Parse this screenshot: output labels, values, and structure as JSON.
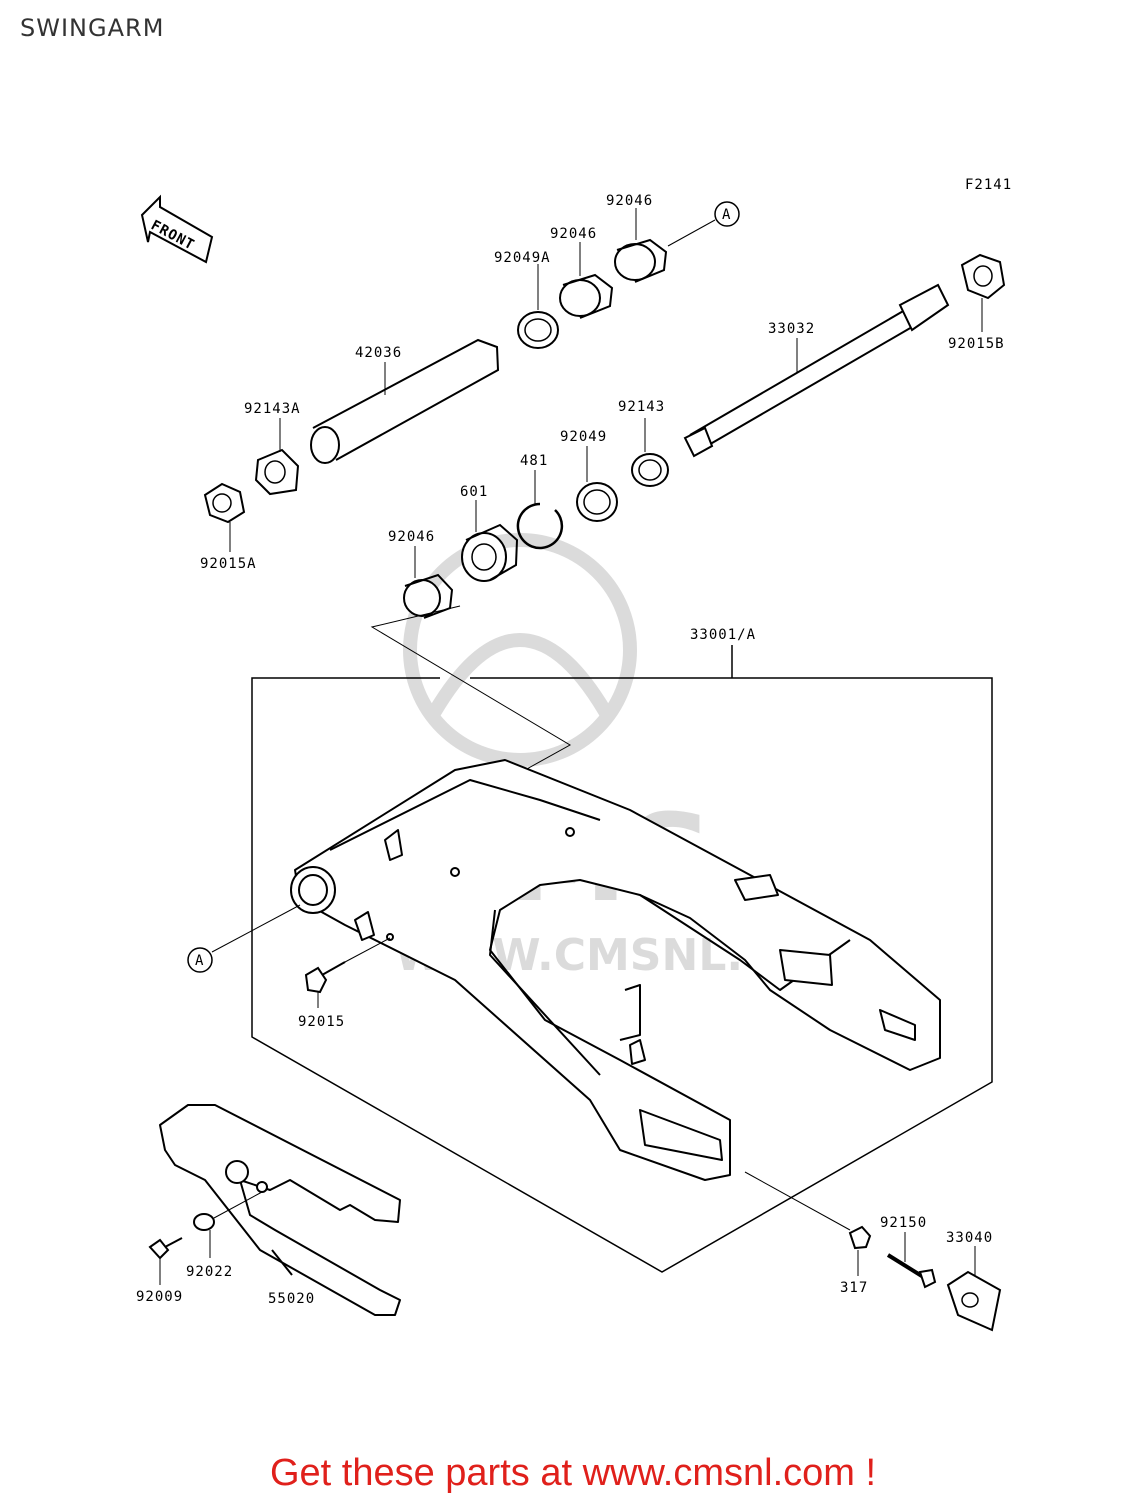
{
  "title": "SWINGARM",
  "figure_code": "F2141",
  "front_label": "FRONT",
  "ref_marker": "A",
  "watermark_text": "CMS",
  "watermark_url": "WWW.CMSNL.COM",
  "parts": {
    "p92046_top": "92046",
    "p92046_mid": "92046",
    "p92049A": "92049A",
    "p42036": "42036",
    "p92143A": "92143A",
    "p92015A": "92015A",
    "p33032": "33032",
    "p92015B": "92015B",
    "p92143": "92143",
    "p92049": "92049",
    "p481": "481",
    "p601": "601",
    "p92046_low": "92046",
    "p33001A": "33001/A",
    "p92015": "92015",
    "p92022": "92022",
    "p92009": "92009",
    "p55020": "55020",
    "p92150": "92150",
    "p33040": "33040",
    "p317": "317"
  },
  "cta": "Get these parts at www.cmsnl.com !",
  "colors": {
    "cta": "#e0201b",
    "line": "#000000",
    "watermark": "#d8d8d8"
  }
}
